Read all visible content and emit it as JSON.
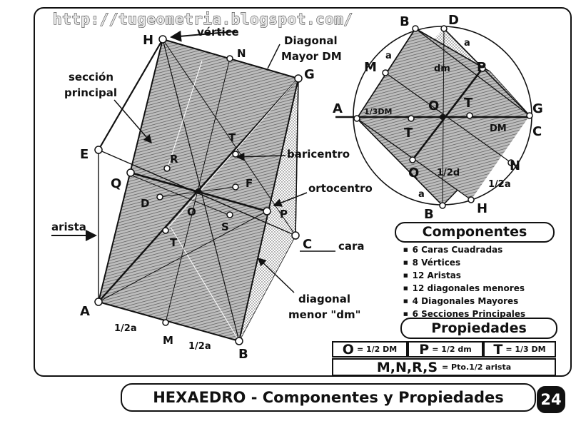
{
  "header": {
    "url": "http://tugeometria.blogspot.com/"
  },
  "main_figure": {
    "vertices": {
      "H": "H",
      "N": "N",
      "G": "G",
      "E": "E",
      "Q": "Q",
      "D": "D",
      "R": "R",
      "F": "F",
      "O": "O",
      "S": "S",
      "T_top": "T",
      "T_bottom": "T",
      "P": "P",
      "C": "C",
      "A": "A",
      "M": "M",
      "B": "B"
    },
    "annotations": {
      "vertice": "vértice",
      "diagonal_mayor_line1": "Diagonal",
      "diagonal_mayor_line2": "Mayor DM",
      "seccion_line1": "sección",
      "seccion_line2": "principal",
      "baricentro": "baricentro",
      "ortocentro": "ortocentro",
      "arista": "arista",
      "cara": "cara",
      "diagonal_menor_line1": "diagonal",
      "diagonal_menor_line2": "menor \"dm\"",
      "half_edge_left": "1/2a",
      "half_edge_right": "1/2a"
    }
  },
  "circle_figure": {
    "points": {
      "B_top": "B",
      "D": "D",
      "a_top": "a",
      "a_left": "a",
      "M": "M",
      "dm": "dm",
      "P": "P",
      "A": "A",
      "third_dm": "1/3DM",
      "O": "O",
      "T_upper": "T",
      "G": "G",
      "T_lower": "T",
      "DM": "DM",
      "C": "C",
      "Q": "Q",
      "half_d": "1/2d",
      "N": "N",
      "half_a": "1/2a",
      "a_bottom": "a",
      "B_bottom": "B",
      "H": "H"
    }
  },
  "componentes": {
    "title": "Componentes",
    "items": [
      "6 Caras Cuadradas",
      "8 Vértices",
      "12 Aristas",
      "12 diagonales menores",
      "4  Diagonales Mayores",
      "6 Secciones Principales"
    ]
  },
  "propiedades": {
    "title": "Propiedades",
    "rows": [
      {
        "key": "O",
        "value": "= 1/2 DM"
      },
      {
        "key": "P",
        "value": "= 1/2 dm"
      },
      {
        "key": "T",
        "value": "= 1/3 DM"
      }
    ],
    "midpoints": {
      "key": "M,N,R,S",
      "value": "= Pto.1/2 arista"
    }
  },
  "footer": {
    "title": "HEXAEDRO - Componentes y Propiedades",
    "page_number": "24"
  },
  "colors": {
    "ink": "#111111",
    "hatch": "#8a8a8a",
    "paper": "#ffffff"
  }
}
